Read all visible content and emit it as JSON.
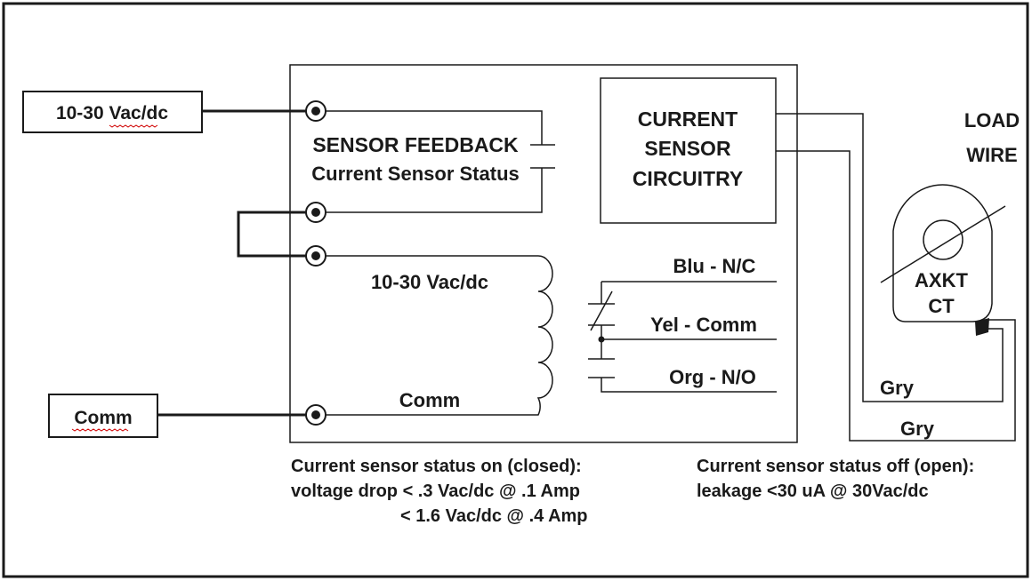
{
  "inputs": {
    "supply_label": "10-30 Vac/dc",
    "comm_label": "Comm"
  },
  "relay": {
    "feedback_title": "SENSOR FEEDBACK",
    "feedback_subtitle": "Current Sensor Status",
    "coil_label": "10-30 Vac/dc",
    "comm_label": "Comm"
  },
  "circuitry": {
    "line1": "CURRENT",
    "line2": "SENSOR",
    "line3": "CIRCUITRY"
  },
  "outputs": {
    "nc": "Blu - N/C",
    "common": "Yel - Comm",
    "no": "Org - N/O"
  },
  "load": {
    "line1": "LOAD",
    "line2": "WIRE"
  },
  "ct": {
    "line1": "AXKT",
    "line2": "CT"
  },
  "gray_wires": {
    "inner": "Gry",
    "outer": "Gry"
  },
  "notes": {
    "on_title": "Current sensor status on (closed):",
    "on_line1": "voltage drop < .3 Vac/dc @ .1 Amp",
    "on_line2": "< 1.6 Vac/dc @ .4 Amp",
    "off_title": "Current sensor status off (open):",
    "off_line1": "leakage <30 uA @ 30Vac/dc"
  },
  "colors": {
    "line": "#1a1a1a",
    "spell_underline": "#d00000",
    "background": "#ffffff"
  }
}
